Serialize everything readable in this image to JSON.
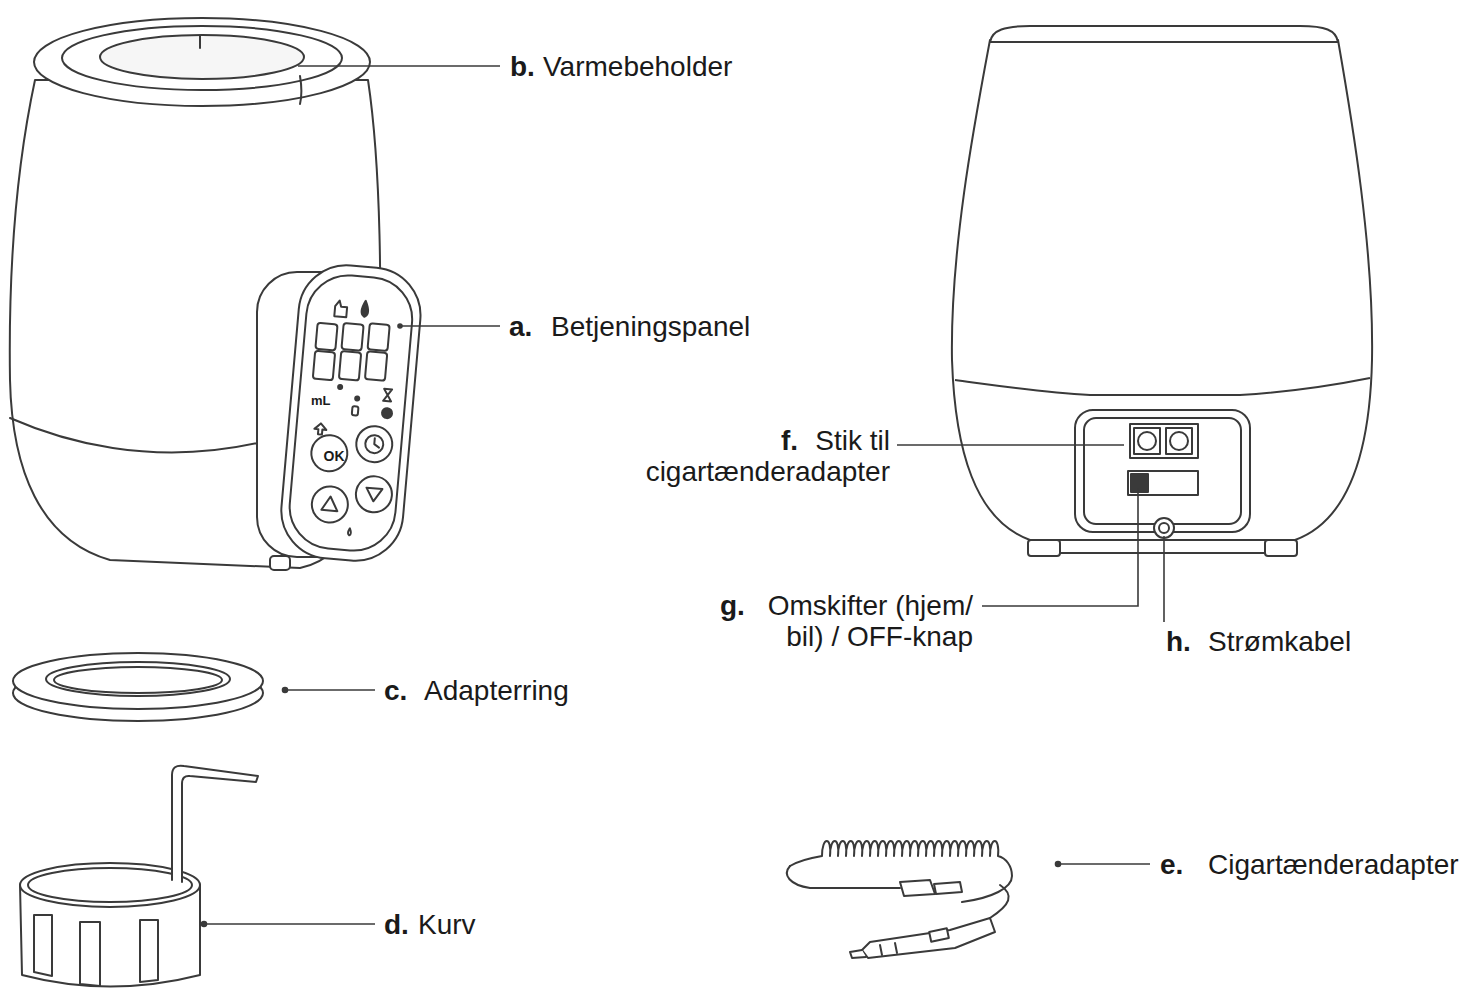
{
  "diagram": {
    "labels": [
      "b.",
      "Varmebeholder",
      "a.",
      "Betjeningspanel",
      "c.",
      "Adapterring",
      "d.",
      "Kurv",
      "f.",
      "Stik til cigartænderadapter",
      "g.",
      "Omskifter (hjem/ bil) / OFF-knap",
      "h.",
      "Strømkabel",
      "e.",
      "Cigartænderadapter",
      "mL",
      "OK"
    ]
  }
}
